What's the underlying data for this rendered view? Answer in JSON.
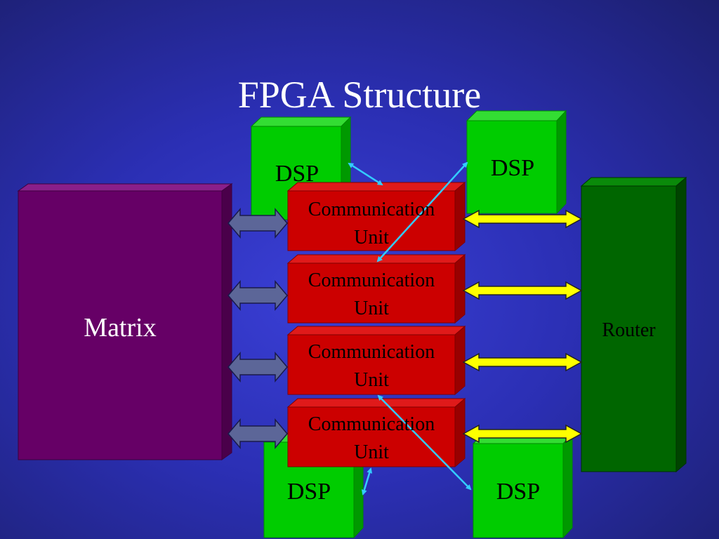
{
  "slide": {
    "title": "FPGA Structure",
    "matrix_label": "Matrix",
    "router_label": "Router",
    "dsp_labels": [
      "DSP",
      "DSP",
      "DSP",
      "DSP"
    ],
    "comm_units": [
      {
        "line1": "Communication",
        "line2": "Unit"
      },
      {
        "line1": "Communication",
        "line2": "Unit"
      },
      {
        "line1": "Communication",
        "line2": "Unit"
      },
      {
        "line1": "Communication",
        "line2": "Unit"
      }
    ]
  },
  "colors": {
    "background": "#2b2fb4",
    "matrix": "#660066",
    "router": "#006600",
    "dsp": "#00cc00",
    "comm_unit": "#cc0000",
    "router_arrow": "#ffff00",
    "matrix_arrow": "#5c6698",
    "dsp_link": "#33ccff"
  }
}
